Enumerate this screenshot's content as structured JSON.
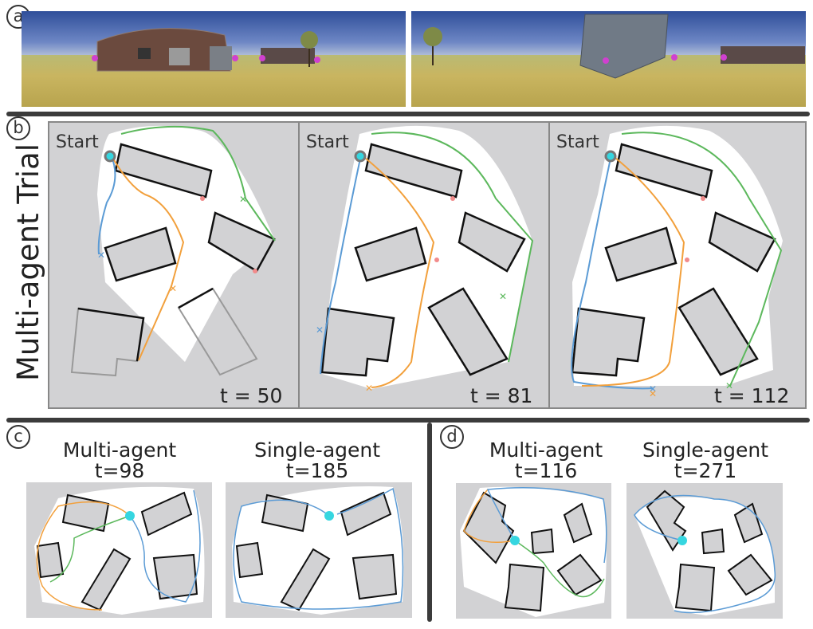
{
  "panels": {
    "a": "a",
    "b": "b",
    "c": "c",
    "d": "d"
  },
  "panel_b": {
    "side_label": "Multi-agent Trial",
    "start_label": "Start",
    "frames": [
      {
        "t_label": "t = 50"
      },
      {
        "t_label": "t = 81"
      },
      {
        "t_label": "t = 112"
      }
    ]
  },
  "panel_c": {
    "left_title": [
      "Multi-agent",
      "t=98"
    ],
    "right_title": [
      "Single-agent",
      "t=185"
    ]
  },
  "panel_d": {
    "left_title": [
      "Multi-agent",
      "t=116"
    ],
    "right_title": [
      "Single-agent",
      "t=271"
    ]
  },
  "colors": {
    "agent_blue": "#5b9bd5",
    "agent_orange": "#f2a03c",
    "agent_green": "#5cb85c",
    "start_marker": "#36d6e0",
    "building_fill": "#d2d2d4",
    "map_background": "#d2d2d4",
    "explored": "#ffffff"
  }
}
